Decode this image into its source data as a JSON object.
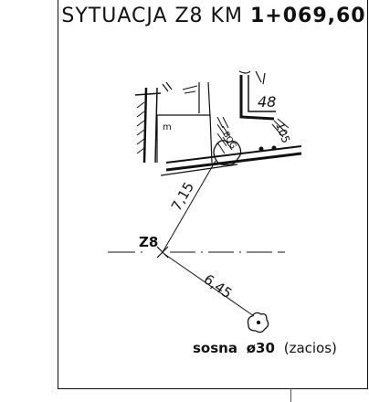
{
  "title": {
    "prefix": "SYTUACJA Z8 KM",
    "km": "1+069,60"
  },
  "map": {
    "building_numbers": [
      "48",
      "105"
    ],
    "marks": [
      "m"
    ]
  },
  "point": {
    "name": "Z8"
  },
  "measurements": {
    "to_building": "7,15",
    "to_tree": "6,45"
  },
  "tree": {
    "species": "sosna",
    "diameter": "ø30",
    "note": "(zacios)"
  }
}
